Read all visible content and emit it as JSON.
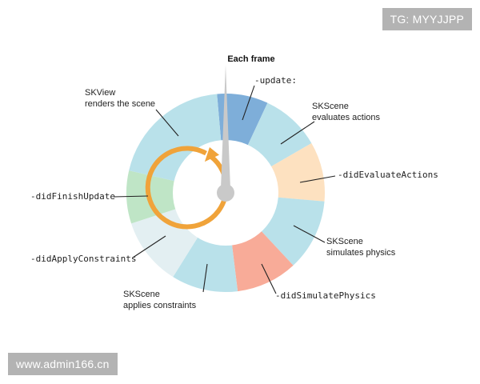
{
  "watermarks": {
    "top": "TG: MYYJJPP",
    "bottom": "www.admin166.cn"
  },
  "diagram": {
    "header": "Each frame",
    "colors": {
      "blue": "#7eaed9",
      "light_blue": "#b9e1ea",
      "peach": "#fde1c0",
      "salmon": "#f8ab98",
      "green": "#bfe5c6",
      "pale": "#e3eff2",
      "arrow": "#f0a33a",
      "needle": "#c9c9c9",
      "leader": "#222222"
    },
    "segments": [
      {
        "id": "update",
        "color": "blue"
      },
      {
        "id": "evaluate-actions",
        "color": "light_blue"
      },
      {
        "id": "did-evaluate-actions",
        "color": "peach"
      },
      {
        "id": "simulate-physics",
        "color": "light_blue"
      },
      {
        "id": "did-simulate-physics",
        "color": "salmon"
      },
      {
        "id": "apply-constraints",
        "color": "light_blue"
      },
      {
        "id": "did-apply-constraints",
        "color": "pale"
      },
      {
        "id": "did-finish-update",
        "color": "green"
      },
      {
        "id": "render",
        "color": "light_blue"
      }
    ],
    "labels": {
      "update": "-update:",
      "evaluate_1": "SKScene",
      "evaluate_2": "evaluates actions",
      "did_evaluate": "-didEvaluateActions",
      "physics_1": "SKScene",
      "physics_2": "simulates physics",
      "did_physics": "-didSimulatePhysics",
      "constraints_1": "SKScene",
      "constraints_2": "applies constraints",
      "did_constraints": "-didApplyConstraints",
      "did_finish": "-didFinishUpdate",
      "render_1": "SKView",
      "render_2": "renders the scene"
    }
  }
}
